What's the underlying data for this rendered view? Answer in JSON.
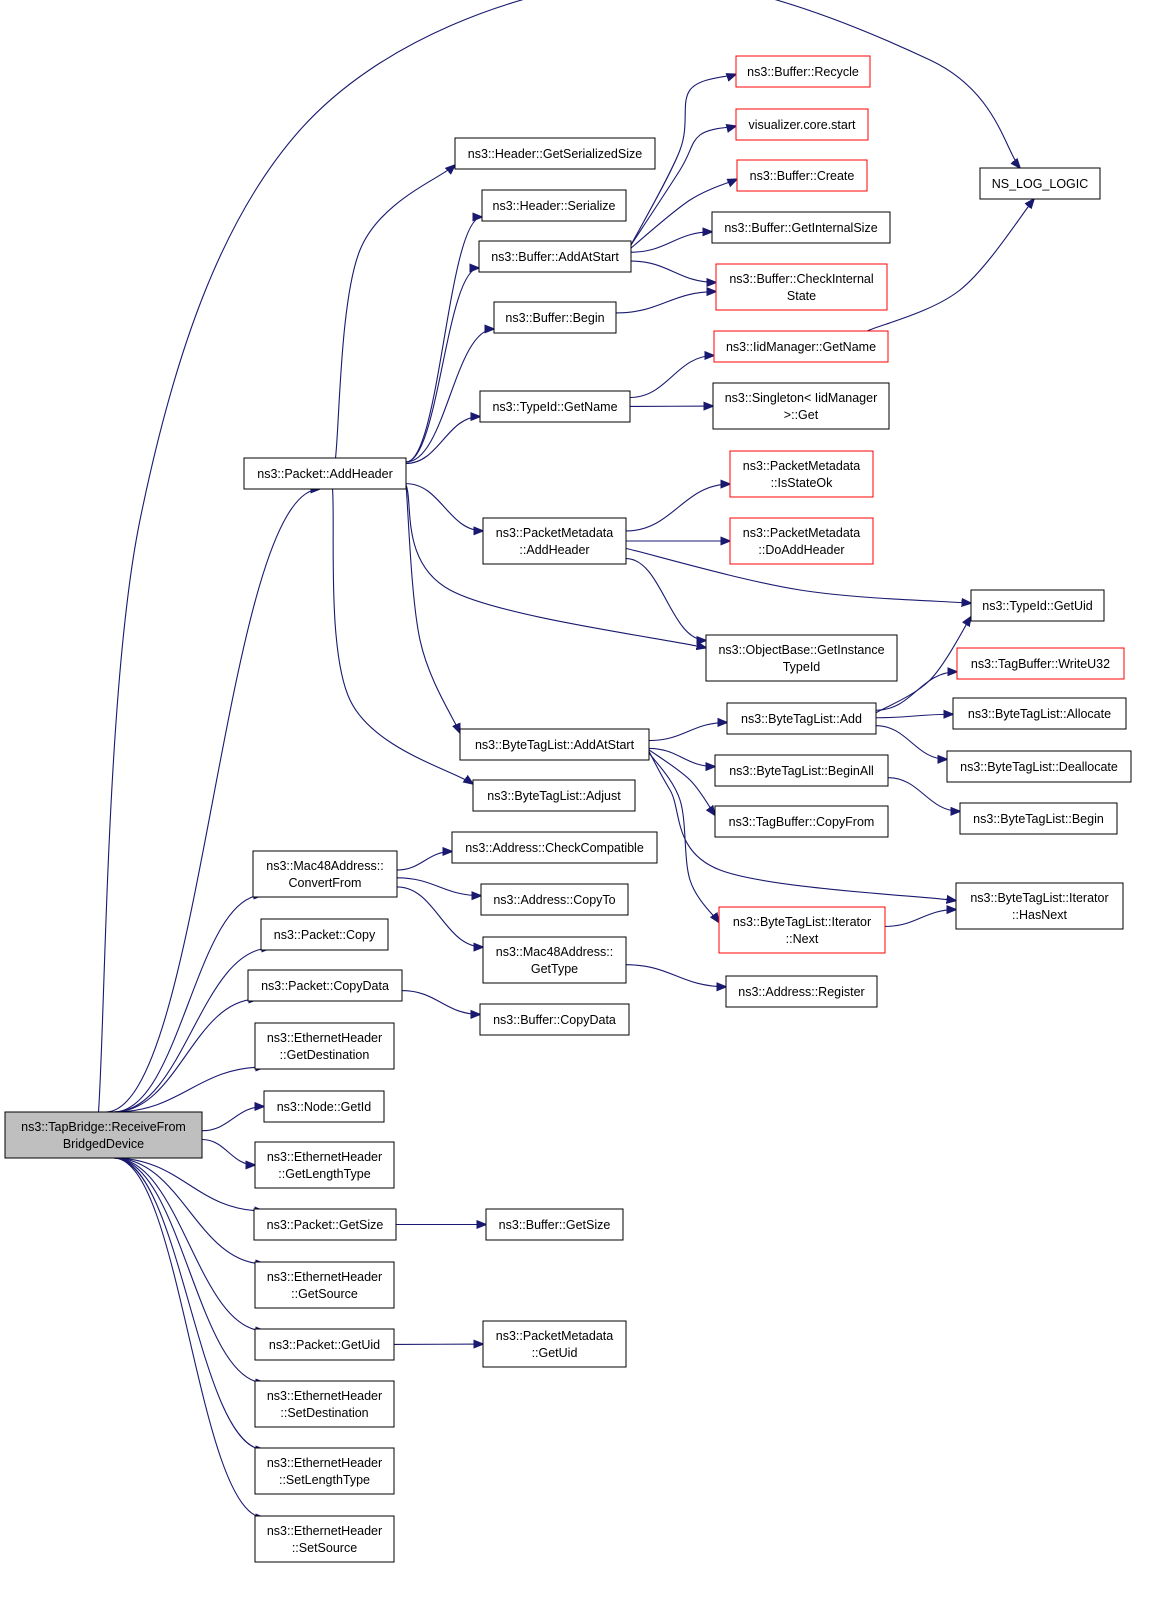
{
  "colors": {
    "edge": "#191970",
    "node_border_normal": "#000000",
    "node_border_truncated": "#ff0000",
    "root_fill": "#bfbfbf",
    "node_fill": "#ffffff"
  },
  "nodes": {
    "root": {
      "lines": [
        "ns3::TapBridge::ReceiveFrom",
        "BridgedDevice"
      ],
      "kind": "root"
    },
    "log_logic": {
      "lines": [
        "NS_LOG_LOGIC"
      ],
      "kind": "normal"
    },
    "pkt_addheader": {
      "lines": [
        "ns3::Packet::AddHeader"
      ],
      "kind": "normal"
    },
    "hdr_getsersize": {
      "lines": [
        "ns3::Header::GetSerializedSize"
      ],
      "kind": "normal"
    },
    "hdr_serialize": {
      "lines": [
        "ns3::Header::Serialize"
      ],
      "kind": "normal"
    },
    "buf_addatstart": {
      "lines": [
        "ns3::Buffer::AddAtStart"
      ],
      "kind": "normal"
    },
    "buf_begin": {
      "lines": [
        "ns3::Buffer::Begin"
      ],
      "kind": "normal"
    },
    "typeid_getname": {
      "lines": [
        "ns3::TypeId::GetName"
      ],
      "kind": "normal"
    },
    "buf_recycle": {
      "lines": [
        "ns3::Buffer::Recycle"
      ],
      "kind": "truncated"
    },
    "viz_start": {
      "lines": [
        "visualizer.core.start"
      ],
      "kind": "truncated"
    },
    "buf_create": {
      "lines": [
        "ns3::Buffer::Create"
      ],
      "kind": "truncated"
    },
    "buf_getinternalsize": {
      "lines": [
        "ns3::Buffer::GetInternalSize"
      ],
      "kind": "normal"
    },
    "buf_checkinternal": {
      "lines": [
        "ns3::Buffer::CheckInternal",
        "State"
      ],
      "kind": "truncated"
    },
    "iidmgr_getname": {
      "lines": [
        "ns3::IidManager::GetName"
      ],
      "kind": "truncated"
    },
    "singleton_get": {
      "lines": [
        "ns3::Singleton< IidManager",
        ">::Get"
      ],
      "kind": "normal"
    },
    "pm_addheader": {
      "lines": [
        "ns3::PacketMetadata",
        "::AddHeader"
      ],
      "kind": "normal"
    },
    "pm_isstateok": {
      "lines": [
        "ns3::PacketMetadata",
        "::IsStateOk"
      ],
      "kind": "truncated"
    },
    "pm_doaddheader": {
      "lines": [
        "ns3::PacketMetadata",
        "::DoAddHeader"
      ],
      "kind": "truncated"
    },
    "typeid_getuid": {
      "lines": [
        "ns3::TypeId::GetUid"
      ],
      "kind": "normal"
    },
    "objbase_getinst": {
      "lines": [
        "ns3::ObjectBase::GetInstance",
        "TypeId"
      ],
      "kind": "normal"
    },
    "tagbuf_writeu32": {
      "lines": [
        "ns3::TagBuffer::WriteU32"
      ],
      "kind": "truncated"
    },
    "btl_add": {
      "lines": [
        "ns3::ByteTagList::Add"
      ],
      "kind": "normal"
    },
    "btl_allocate": {
      "lines": [
        "ns3::ByteTagList::Allocate"
      ],
      "kind": "normal"
    },
    "btl_deallocate": {
      "lines": [
        "ns3::ByteTagList::Deallocate"
      ],
      "kind": "normal"
    },
    "btl_addatstart": {
      "lines": [
        "ns3::ByteTagList::AddAtStart"
      ],
      "kind": "normal"
    },
    "btl_beginall": {
      "lines": [
        "ns3::ByteTagList::BeginAll"
      ],
      "kind": "normal"
    },
    "btl_begin": {
      "lines": [
        "ns3::ByteTagList::Begin"
      ],
      "kind": "normal"
    },
    "btl_adjust": {
      "lines": [
        "ns3::ByteTagList::Adjust"
      ],
      "kind": "normal"
    },
    "tagbuf_copyfrom": {
      "lines": [
        "ns3::TagBuffer::CopyFrom"
      ],
      "kind": "normal"
    },
    "btl_it_hasnext": {
      "lines": [
        "ns3::ByteTagList::Iterator",
        "::HasNext"
      ],
      "kind": "normal"
    },
    "btl_it_next": {
      "lines": [
        "ns3::ByteTagList::Iterator",
        "::Next"
      ],
      "kind": "truncated"
    },
    "mac48_convertfrom": {
      "lines": [
        "ns3::Mac48Address::",
        "ConvertFrom"
      ],
      "kind": "normal"
    },
    "addr_checkcompat": {
      "lines": [
        "ns3::Address::CheckCompatible"
      ],
      "kind": "normal"
    },
    "addr_copyto": {
      "lines": [
        "ns3::Address::CopyTo"
      ],
      "kind": "normal"
    },
    "mac48_gettype": {
      "lines": [
        "ns3::Mac48Address::",
        "GetType"
      ],
      "kind": "normal"
    },
    "addr_register": {
      "lines": [
        "ns3::Address::Register"
      ],
      "kind": "normal"
    },
    "pkt_copy": {
      "lines": [
        "ns3::Packet::Copy"
      ],
      "kind": "normal"
    },
    "pkt_copydata": {
      "lines": [
        "ns3::Packet::CopyData"
      ],
      "kind": "normal"
    },
    "buf_copydata": {
      "lines": [
        "ns3::Buffer::CopyData"
      ],
      "kind": "normal"
    },
    "eth_getdest": {
      "lines": [
        "ns3::EthernetHeader",
        "::GetDestination"
      ],
      "kind": "normal"
    },
    "node_getid": {
      "lines": [
        "ns3::Node::GetId"
      ],
      "kind": "normal"
    },
    "eth_getlentype": {
      "lines": [
        "ns3::EthernetHeader",
        "::GetLengthType"
      ],
      "kind": "normal"
    },
    "pkt_getsize": {
      "lines": [
        "ns3::Packet::GetSize"
      ],
      "kind": "normal"
    },
    "buf_getsize": {
      "lines": [
        "ns3::Buffer::GetSize"
      ],
      "kind": "normal"
    },
    "eth_getsource": {
      "lines": [
        "ns3::EthernetHeader",
        "::GetSource"
      ],
      "kind": "normal"
    },
    "pkt_getuid": {
      "lines": [
        "ns3::Packet::GetUid"
      ],
      "kind": "normal"
    },
    "pm_getuid": {
      "lines": [
        "ns3::PacketMetadata",
        "::GetUid"
      ],
      "kind": "normal"
    },
    "eth_setdest": {
      "lines": [
        "ns3::EthernetHeader",
        "::SetDestination"
      ],
      "kind": "normal"
    },
    "eth_setlentype": {
      "lines": [
        "ns3::EthernetHeader",
        "::SetLengthType"
      ],
      "kind": "normal"
    },
    "eth_setsource": {
      "lines": [
        "ns3::EthernetHeader",
        "::SetSource"
      ],
      "kind": "normal"
    }
  },
  "edges": [
    [
      "root",
      "log_logic"
    ],
    [
      "root",
      "pkt_addheader"
    ],
    [
      "root",
      "mac48_convertfrom"
    ],
    [
      "root",
      "pkt_copy"
    ],
    [
      "root",
      "pkt_copydata"
    ],
    [
      "root",
      "eth_getdest"
    ],
    [
      "root",
      "node_getid"
    ],
    [
      "root",
      "eth_getlentype"
    ],
    [
      "root",
      "pkt_getsize"
    ],
    [
      "root",
      "eth_getsource"
    ],
    [
      "root",
      "pkt_getuid"
    ],
    [
      "root",
      "eth_setdest"
    ],
    [
      "root",
      "eth_setlentype"
    ],
    [
      "root",
      "eth_setsource"
    ],
    [
      "pkt_addheader",
      "hdr_getsersize"
    ],
    [
      "pkt_addheader",
      "hdr_serialize"
    ],
    [
      "pkt_addheader",
      "buf_addatstart"
    ],
    [
      "pkt_addheader",
      "buf_begin"
    ],
    [
      "pkt_addheader",
      "typeid_getname"
    ],
    [
      "pkt_addheader",
      "pm_addheader"
    ],
    [
      "pkt_addheader",
      "objbase_getinst"
    ],
    [
      "pkt_addheader",
      "btl_addatstart"
    ],
    [
      "pkt_addheader",
      "btl_adjust"
    ],
    [
      "buf_addatstart",
      "buf_recycle"
    ],
    [
      "buf_addatstart",
      "viz_start"
    ],
    [
      "buf_addatstart",
      "buf_create"
    ],
    [
      "buf_addatstart",
      "buf_getinternalsize"
    ],
    [
      "buf_addatstart",
      "buf_checkinternal"
    ],
    [
      "buf_begin",
      "buf_checkinternal"
    ],
    [
      "typeid_getname",
      "iidmgr_getname"
    ],
    [
      "typeid_getname",
      "singleton_get"
    ],
    [
      "iidmgr_getname",
      "log_logic"
    ],
    [
      "pm_addheader",
      "pm_isstateok"
    ],
    [
      "pm_addheader",
      "pm_doaddheader"
    ],
    [
      "pm_addheader",
      "typeid_getuid"
    ],
    [
      "pm_addheader",
      "objbase_getinst"
    ],
    [
      "btl_addatstart",
      "btl_add"
    ],
    [
      "btl_addatstart",
      "btl_beginall"
    ],
    [
      "btl_addatstart",
      "tagbuf_copyfrom"
    ],
    [
      "btl_addatstart",
      "btl_it_hasnext"
    ],
    [
      "btl_addatstart",
      "btl_it_next"
    ],
    [
      "btl_add",
      "typeid_getuid"
    ],
    [
      "btl_add",
      "tagbuf_writeu32"
    ],
    [
      "btl_add",
      "btl_allocate"
    ],
    [
      "btl_add",
      "btl_deallocate"
    ],
    [
      "btl_beginall",
      "btl_begin"
    ],
    [
      "btl_it_next",
      "btl_it_hasnext"
    ],
    [
      "mac48_convertfrom",
      "addr_checkcompat"
    ],
    [
      "mac48_convertfrom",
      "addr_copyto"
    ],
    [
      "mac48_convertfrom",
      "mac48_gettype"
    ],
    [
      "mac48_gettype",
      "addr_register"
    ],
    [
      "pkt_copydata",
      "buf_copydata"
    ],
    [
      "pkt_getsize",
      "buf_getsize"
    ],
    [
      "pkt_getuid",
      "pm_getuid"
    ]
  ]
}
